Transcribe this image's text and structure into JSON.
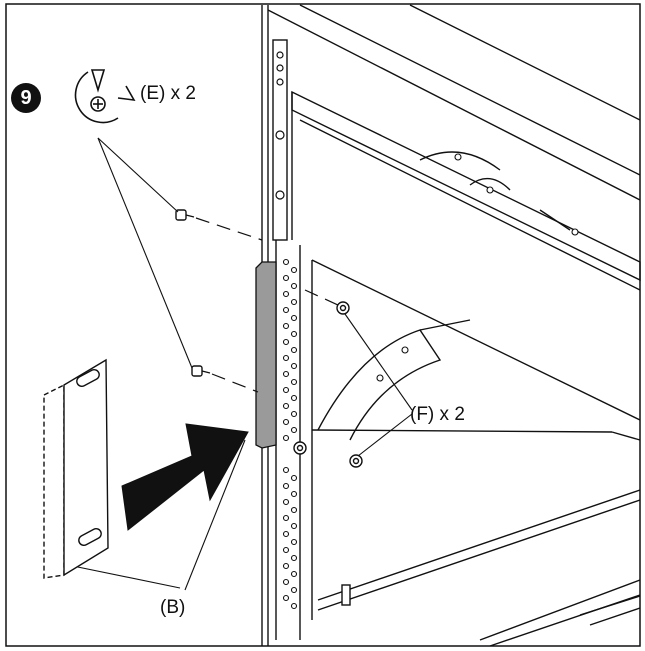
{
  "step": {
    "number": "9"
  },
  "callouts": {
    "screws_e": "(E) x 2",
    "nuts_f": "(F) x 2",
    "bracket_b": "(B)"
  },
  "icons": {
    "step_badge": "step-number-badge",
    "tool": "screwdriver-rotate-icon"
  },
  "colors": {
    "line": "#111111",
    "paper": "#ffffff",
    "bracket_fill": "#9a9a9a",
    "arrow_fill": "#111111"
  }
}
